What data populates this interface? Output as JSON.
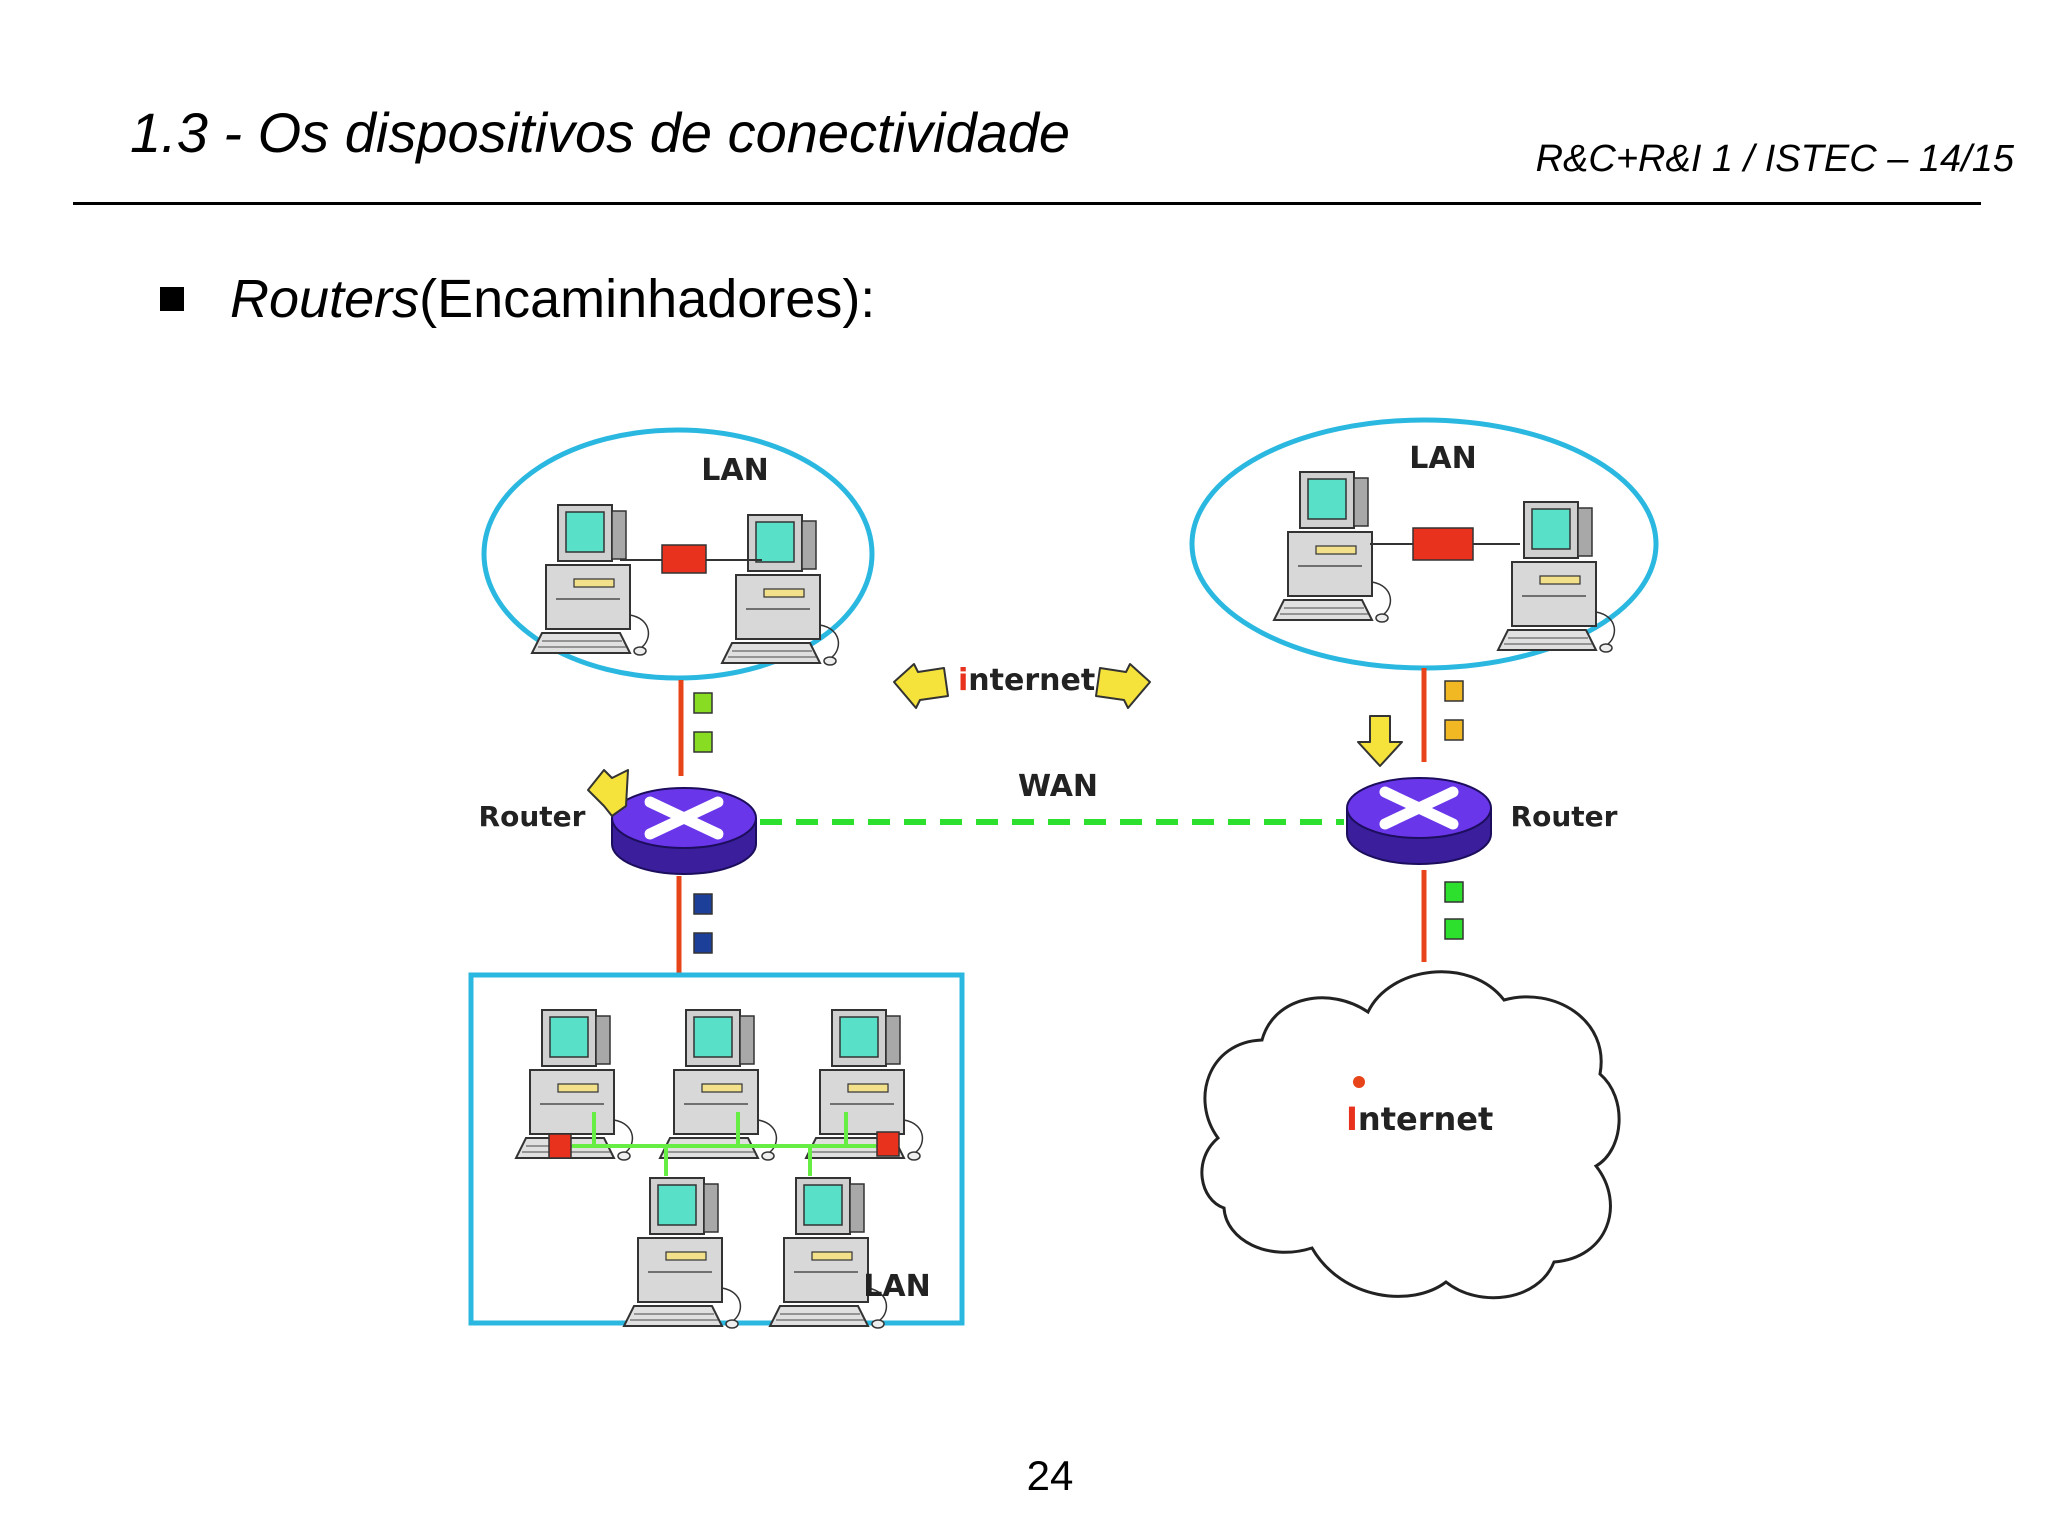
{
  "header": {
    "title": "1.3 - Os dispositivos de conectividade",
    "course": "R&C+R&I 1 / ISTEC – 14/15"
  },
  "bullet": {
    "italic_term": "Routers",
    "rest": " (Encaminhadores):"
  },
  "diagram": {
    "lan_top_left": "LAN",
    "lan_top_right": "LAN",
    "lan_bottom": "LAN",
    "router_left": "Router",
    "router_right": "Router",
    "wan": "WAN",
    "internet_small_first": "i",
    "internet_small_rest": "nternet",
    "internet_cloud_first": "I",
    "internet_cloud_rest": "nternet"
  },
  "colors": {
    "lan_border": "#2bb8e0",
    "router_body": "#5a2bd0",
    "router_top": "#7b45f0",
    "link_red": "#e8441a",
    "wan_dash": "#2ee02e",
    "lan_bus": "#66ee44",
    "packet_green": "#88dd22",
    "packet_orange": "#f2b824",
    "packet_blue": "#1c3f9a",
    "terminator": "#e8321e",
    "arrow_yellow": "#f5e23a",
    "monitor_screen": "#58e0c8"
  },
  "page_number": "24"
}
